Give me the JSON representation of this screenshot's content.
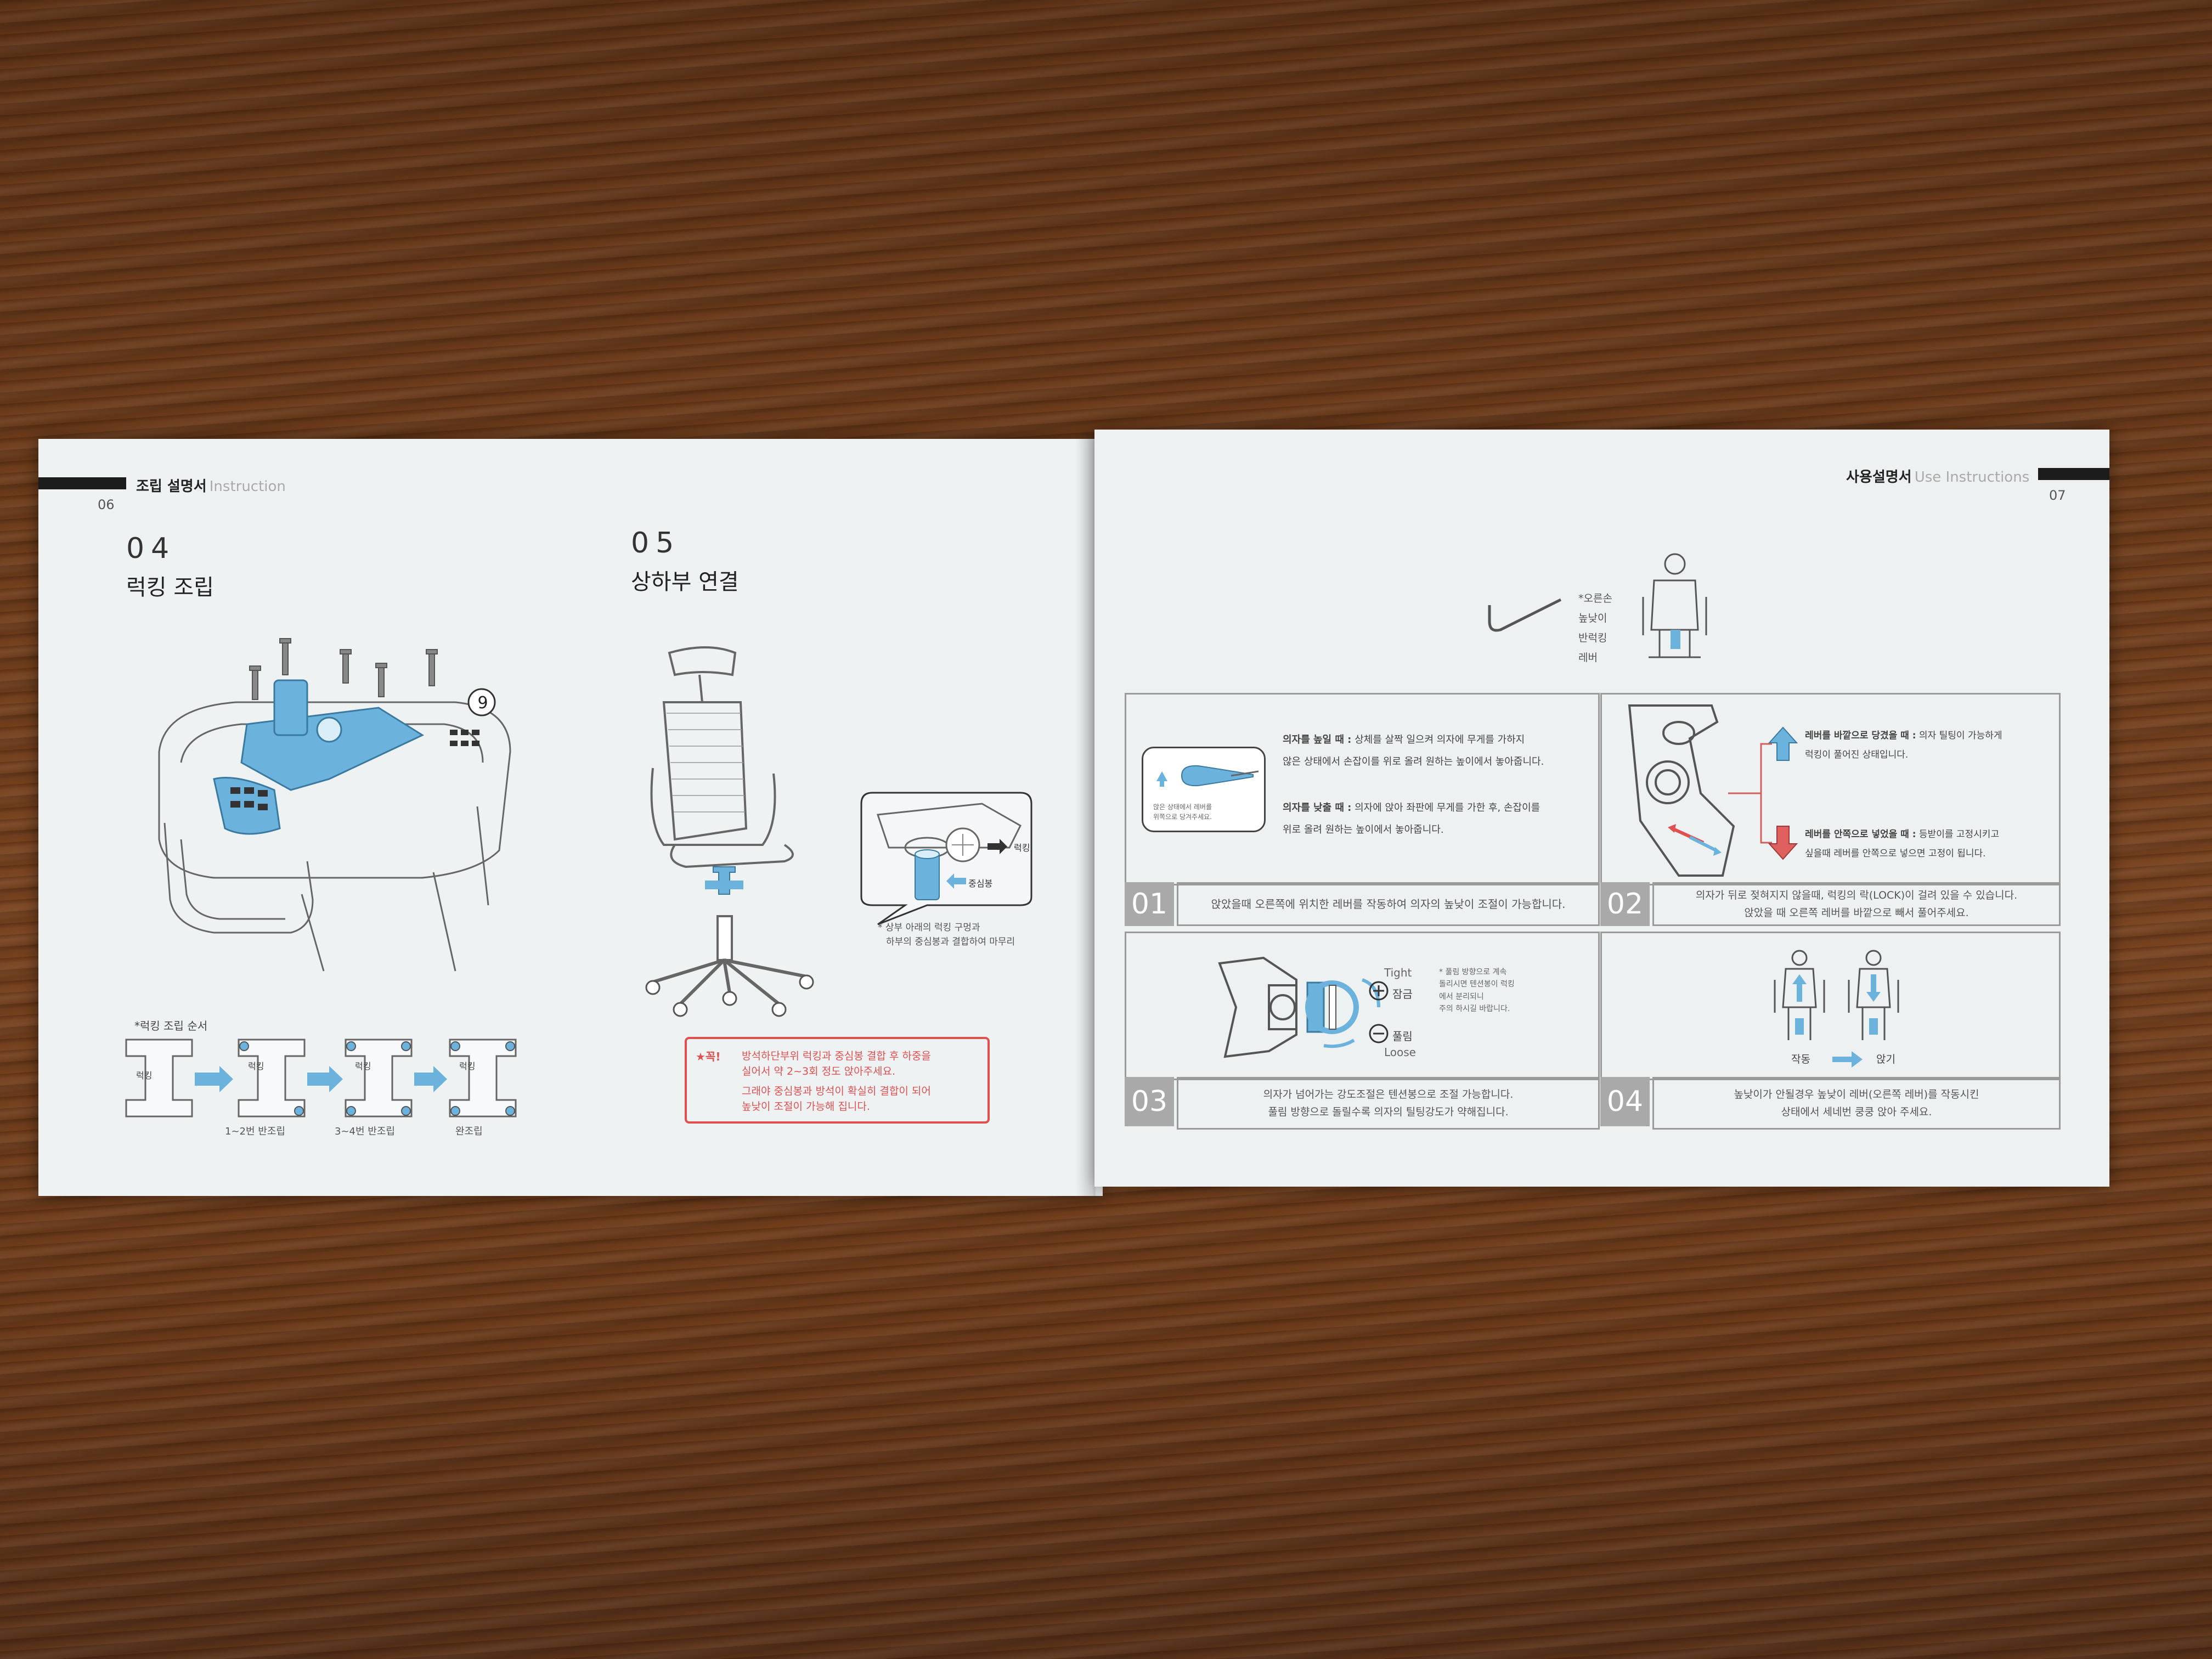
{
  "left_page": {
    "header_title": "조립 설명서",
    "header_sub": "Instruction",
    "page_number": "06",
    "step04": {
      "number": "04",
      "title": "럭킹 조립",
      "badge": "9",
      "order_label": "*럭킹 조립 순서",
      "plate_label": "럭킹",
      "steps": [
        "1~2번 반조립",
        "3~4번 반조립",
        "완조립"
      ]
    },
    "step05": {
      "number": "05",
      "title": "상하부 연결",
      "callout_locking": "럭킹",
      "callout_rod": "중심봉",
      "note_line1": "* 상부 아래의 럭킹 구멍과",
      "note_line2": "하부의 중심봉과 결합하여 마무리",
      "warning_star": "★꼭!",
      "warning_line1": "방석하단부위 럭킹과 중심봉 결합 후 하중을",
      "warning_line2": "실어서 약 2~3회 정도 앉아주세요.",
      "warning_line3": "그래야 중심봉과 방석이 확실히 결합이 되어",
      "warning_line4": "높낮이 조절이 가능해 집니다."
    }
  },
  "right_page": {
    "header_title": "사용설명서",
    "header_sub": "Use Instructions",
    "page_number": "07",
    "lever_note": "*오른손\n높낮이\n반럭킹\n레버",
    "panel01": {
      "number": "01",
      "inset_text": "앉은 상태에서 레버를\n위쪽으로 당겨주세요.",
      "up_bold": "의자를 높일 때 :",
      "up_text1": "상체를 살짝 일으켜 의자에 무게를 가하지",
      "up_text2": "않은 상태에서 손잡이를 위로 올려 원하는 높이에서 놓아줍니다.",
      "down_bold": "의자를 낮출 때 :",
      "down_text1": "의자에 앉아 좌판에 무게를 가한 후, 손잡이를",
      "down_text2": "위로 올려 원하는 높이에서 놓아줍니다.",
      "caption": "앉았을때 오른쪽에 위치한 레버를 작동하여 의자의 높낮이 조절이 가능합니다."
    },
    "panel02": {
      "number": "02",
      "pull_bold": "레버를 바깥으로 당겼을 때 :",
      "pull_text1": "의자 틸팅이 가능하게",
      "pull_text2": "럭킹이 풀어진 상태입니다.",
      "push_bold": "레버를 안쪽으로 넣었을 때 :",
      "push_text1": "등받이를 고정시키고",
      "push_text2": "싶을때 레버를 안쪽으로 넣으면 고정이 됩니다.",
      "caption": "의자가 뒤로 젖혀지지 않을때, 럭킹의 락(LOCK)이 걸려 있을 수 있습니다.\n앉았을 때 오른쪽 레버를 바깥으로 빼서 풀어주세요."
    },
    "panel03": {
      "number": "03",
      "tight": "Tight",
      "tighten": "잠금",
      "loosen": "풀림",
      "loose": "Loose",
      "note": "* 풀림 방향으로 계속\n  돌리시면 텐션봉이 럭킹\n  에서 분리되니\n  주의 하시길 바랍니다.",
      "caption": "의자가 넘어가는 강도조절은 텐션봉으로 조절 가능합니다.\n풀림 방향으로 돌릴수록 의자의 틸팅강도가 약해집니다."
    },
    "panel04": {
      "number": "04",
      "act": "작동",
      "sit": "앉기",
      "caption": "높낮이가 안될경우 높낮이 레버(오른쪽 레버)를 작동시킨\n상태에서 세네번 쿵쿵 앉아 주세요."
    }
  },
  "colors": {
    "accent_blue": "#6bb3dc",
    "warning_red": "#e05050",
    "badge_gray": "#a9a9a9",
    "page": "#eef1f2",
    "wood": "#6e3d1c"
  }
}
